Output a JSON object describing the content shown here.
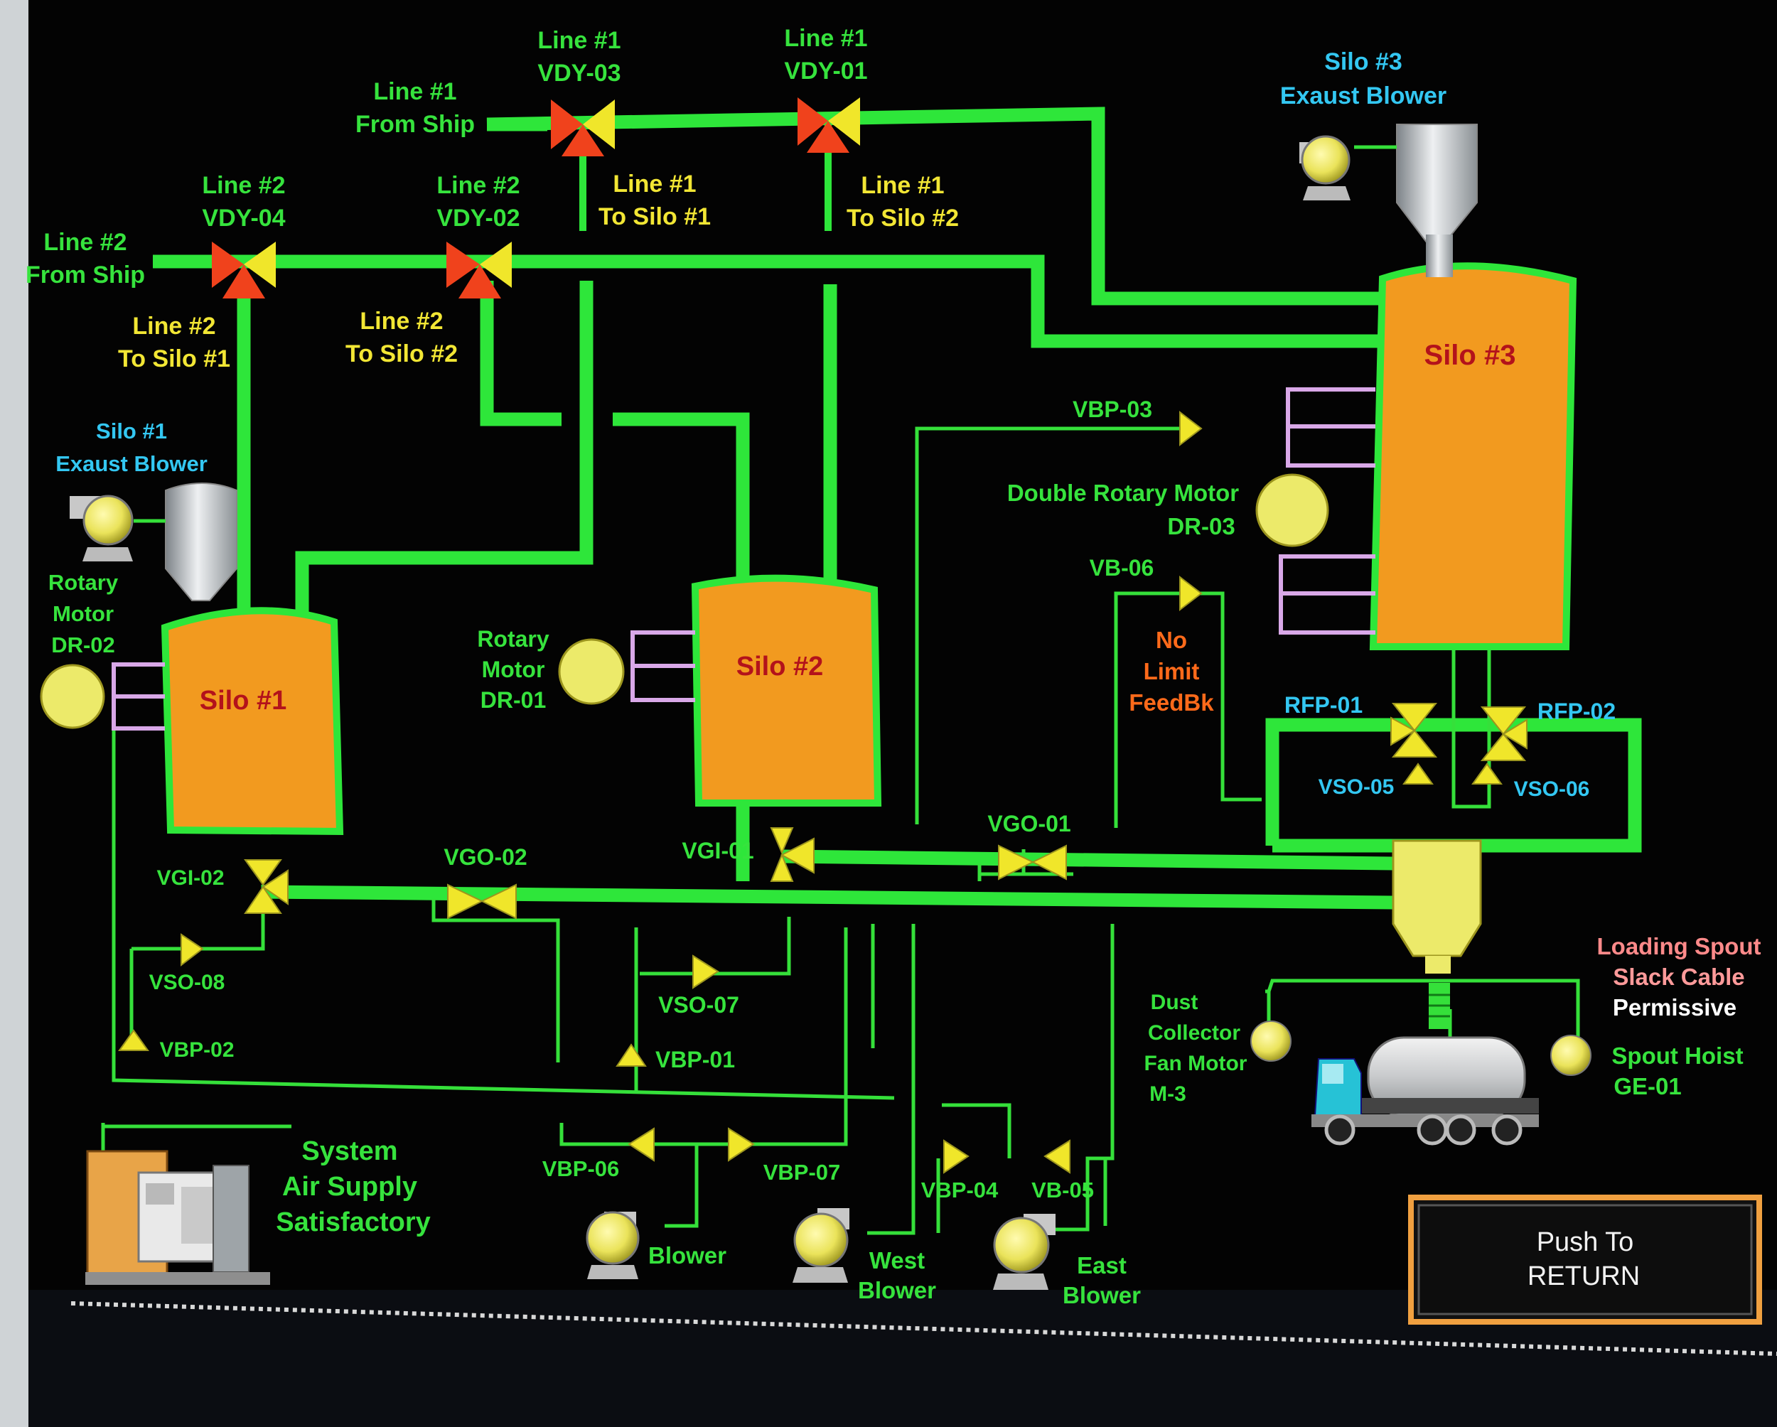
{
  "colors": {
    "background": "#000000",
    "pipe": "#2ee63a",
    "pipe_line": "#35e03a",
    "silo_fill": "#f29a1f",
    "label_green": "#36e33d",
    "label_yellow": "#f2e634",
    "label_cyan": "#33c7f2",
    "label_red": "#b3121b",
    "valve_red": "#f0421c",
    "valve_yellow": "#f0e62a",
    "warning_orange": "#ff6a1a",
    "motor_yellow": "#ecea6a",
    "button_border": "#f0a040"
  },
  "labels": {
    "line1_from_ship": [
      "Line #1",
      "From Ship"
    ],
    "vdy03": [
      "Line #1",
      "VDY-03"
    ],
    "vdy01": [
      "Line #1",
      "VDY-01"
    ],
    "line1_to_silo1": [
      "Line #1",
      "To Silo #1"
    ],
    "line1_to_silo2": [
      "Line #1",
      "To Silo #2"
    ],
    "vdy04": [
      "Line #2",
      "VDY-04"
    ],
    "vdy02": [
      "Line #2",
      "VDY-02"
    ],
    "line2_from_ship": [
      "Line #2",
      "From Ship"
    ],
    "line2_to_silo1": [
      "Line #2",
      "To Silo #1"
    ],
    "line2_to_silo2": [
      "Line #2",
      "To Silo #2"
    ],
    "silo3_blower": [
      "Silo #3",
      "Exaust Blower"
    ],
    "silo1_blower": [
      "Silo #1",
      "Exaust Blower"
    ],
    "rotary_dr02": [
      "Rotary",
      "Motor",
      "DR-02"
    ],
    "rotary_dr01": [
      "Rotary",
      "Motor",
      "DR-01"
    ],
    "double_rotary": [
      "Double Rotary Motor",
      "DR-03"
    ],
    "no_limit": [
      "No",
      "Limit",
      "FeedBk"
    ],
    "loading_spout": [
      "Loading Spout",
      "Slack Cable",
      "Permissive"
    ],
    "dust_collector": [
      "Dust",
      "Collector",
      "Fan Motor",
      "M-3"
    ],
    "spout_hoist": [
      "Spout Hoist",
      "GE-01"
    ],
    "system_air": [
      "System",
      "Air Supply",
      "Satisfactory"
    ],
    "west_blower": [
      "West",
      "Blower"
    ],
    "east_blower": [
      "East",
      "Blower"
    ],
    "blower": "Blower"
  },
  "silos": {
    "silo1": "Silo #1",
    "silo2": "Silo #2",
    "silo3": "Silo #3"
  },
  "valves": {
    "vbp03": "VBP-03",
    "vb06": "VB-06",
    "rfp01": "RFP-01",
    "rfp02": "RFP-02",
    "vso05": "VSO-05",
    "vso06": "VSO-06",
    "vgo01": "VGO-01",
    "vgi01": "VGI-01",
    "vgo02": "VGO-02",
    "vgi02": "VGI-02",
    "vso08": "VSO-08",
    "vbp02": "VBP-02",
    "vso07": "VSO-07",
    "vbp01": "VBP-01",
    "vbp06": "VBP-06",
    "vbp07": "VBP-07",
    "vbp04": "VBP-04",
    "vb05": "VB-05"
  },
  "return_button": [
    "Push To",
    "RETURN"
  ]
}
